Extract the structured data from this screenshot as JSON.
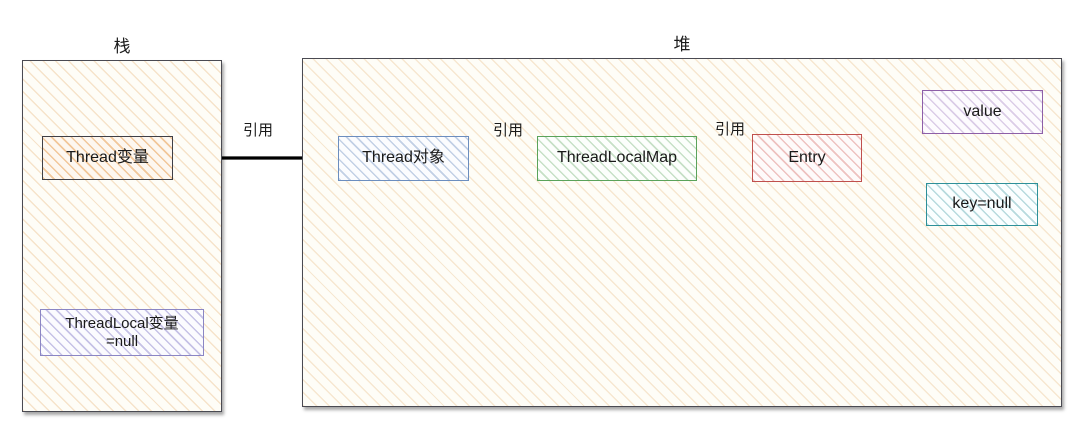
{
  "diagram": {
    "title_stack": "栈",
    "title_heap": "堆",
    "regions": [
      {
        "id": "stack",
        "label": "栈",
        "hatch_color": "#e2a762"
      },
      {
        "id": "heap",
        "label": "堆",
        "hatch_color": "#e2a762"
      }
    ],
    "nodes": [
      {
        "id": "thread-var",
        "label": "Thread变量",
        "border_color": "#3f3f46",
        "hatch_color": "#e8a054",
        "region": "stack"
      },
      {
        "id": "threadlocal-var",
        "label": "ThreadLocal变量\n=null",
        "border_color": "#8b86c4",
        "hatch_color": "#7c74c4",
        "region": "stack"
      },
      {
        "id": "thread-obj",
        "label": "Thread对象",
        "border_color": "#6c8ebf",
        "hatch_color": "#6c8ebf",
        "region": "heap"
      },
      {
        "id": "threadlocalmap",
        "label": "ThreadLocalMap",
        "border_color": "#5aa35a",
        "hatch_color": "#5aa35a",
        "region": "heap"
      },
      {
        "id": "entry",
        "label": "Entry",
        "border_color": "#c0504d",
        "hatch_color": "#d66e6a",
        "region": "heap"
      },
      {
        "id": "value",
        "label": "value",
        "border_color": "#8e5fa8",
        "hatch_color": "#966eb9",
        "region": "heap"
      },
      {
        "id": "key-null",
        "label": "key=null",
        "border_color": "#2e9099",
        "hatch_color": "#2e9099",
        "region": "heap"
      }
    ],
    "edges": [
      {
        "from": "thread-var",
        "to": "thread-obj",
        "label": "引用"
      },
      {
        "from": "thread-obj",
        "to": "threadlocalmap",
        "label": "引用"
      },
      {
        "from": "threadlocalmap",
        "to": "entry",
        "label": "引用"
      },
      {
        "from": "entry",
        "to": "value",
        "label": ""
      },
      {
        "from": "entry",
        "to": "key-null",
        "label": ""
      }
    ],
    "arrow_color": "#000000"
  }
}
